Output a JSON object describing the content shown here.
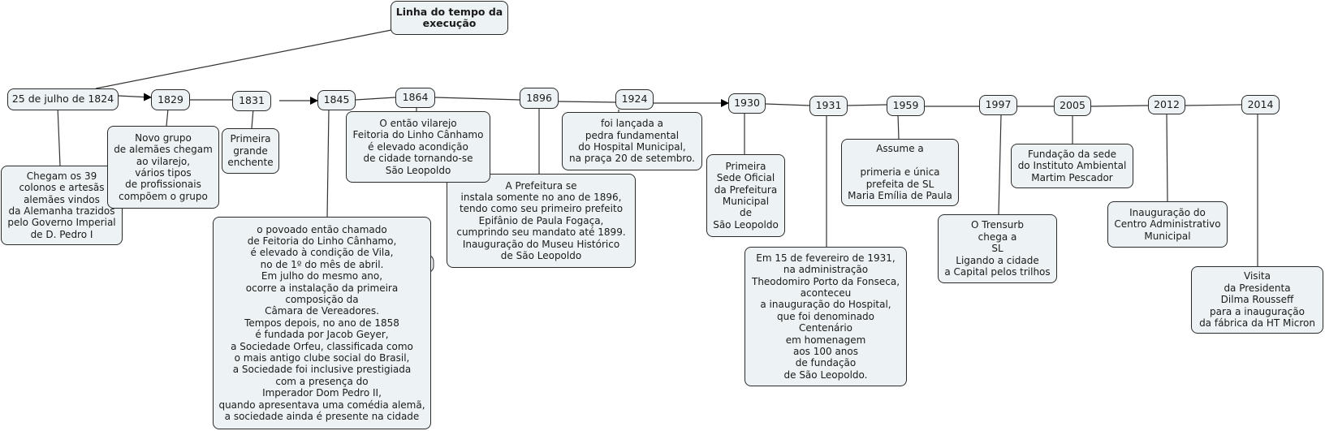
{
  "title": "Linha do tempo da\nexecução",
  "years": [
    {
      "label": "25 de julho de 1824",
      "desc": "Chegam os 39\ncolonos e artesãs\nalemães vindos\nda Alemanha trazidos\npelo Governo Imperial\nde D. Pedro I"
    },
    {
      "label": "1829",
      "desc": "Novo grupo\nde alemães chegam\nao vilarejo,\nvários tipos\nde profissionais\ncompõem o grupo"
    },
    {
      "label": "1831",
      "desc": "Primeira\ngrande\nenchente"
    },
    {
      "label": "1845",
      "desc": "o povoado então chamado\nde Feitoria do Linho Cânhamo,\né elevado à condição de Vila,\nno de 1º do mês de abril.\nEm julho do mesmo ano,\nocorre a instalação da primeira\ncomposição da\nCâmara de Vereadores.\nTempos depois, no ano de 1858\né fundada por Jacob Geyer,\na Sociedade Orfeu, classificada como\no mais antigo clube social do Brasil,\na Sociedade foi inclusive prestigiada\ncom a presença do\nImperador Dom Pedro II,\nquando apresentava uma comédia alemã,\na sociedade ainda é presente na cidade"
    },
    {
      "label": "1864",
      "desc": "O então vilarejo\nFeitoria do Linho Cânhamo\né elevado acondição\nde cidade tornando-se\nSão Leopoldo"
    },
    {
      "label": "1896",
      "desc": "A Prefeitura se\ninstala somente no ano de 1896,\ntendo como seu primeiro prefeito\nEpifânio de Paula Fogaça,\ncumprindo seu mandato até 1899.\nInauguração do Museu Histórico\nde São Leopoldo"
    },
    {
      "label": "1924",
      "desc": "foi lançada a\npedra fundamental\ndo Hospital Municipal,\nna praça 20 de setembro."
    },
    {
      "label": "1930",
      "desc": "Primeira\nSede Oficial\nda Prefeitura\nMunicipal\nde\nSão Leopoldo"
    },
    {
      "label": "1931",
      "desc": "Em 15 de fevereiro de 1931,\nna administração\nTheodomiro Porto da Fonseca,\naconteceu\na inauguração do Hospital,\nque foi denominado\nCentenário\nem homenagem\naos 100 anos\nde fundação\nde São Leopoldo."
    },
    {
      "label": "1959",
      "desc": "Assume a\n\nprimeria e única\nprefeita de SL\nMaria Emília de Paula"
    },
    {
      "label": "1997",
      "desc": "O Trensurb\nchega a\nSL\nLigando a cidade\na Capital pelos trilhos"
    },
    {
      "label": "2005",
      "desc": "Fundação da sede\ndo Instituto Ambiental\nMartim Pescador"
    },
    {
      "label": "2012",
      "desc": "Inauguração do\nCentro Administrativo\nMunicipal"
    },
    {
      "label": "2014",
      "desc": "Visita\nda Presidenta\nDilma Rousseff\npara a inauguração\nda fábrica da HT Micron"
    }
  ]
}
